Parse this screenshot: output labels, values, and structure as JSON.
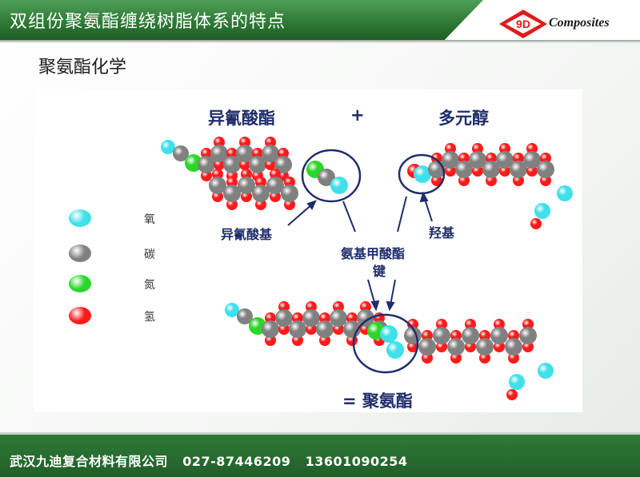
{
  "header": {
    "title": "双组份聚氨酯缠绕树脂体系的特点"
  },
  "logo": {
    "mark": "9D",
    "text": "Composites"
  },
  "section_title": "聚氨酯化学",
  "figure": {
    "isocyanate": "异氰酸酯",
    "plus": "+",
    "polyol": "多元醇",
    "isocyanate_group": "异氰酸基",
    "hydroxyl_group": "羟基",
    "urethane_bond_line1": "氨基甲酸酯",
    "urethane_bond_line2": "键",
    "result": "= 聚氨酯",
    "legend": [
      {
        "label": "氧",
        "color": "#3fe0ea"
      },
      {
        "label": "碳",
        "color": "#808080"
      },
      {
        "label": "氮",
        "color": "#2bd62b"
      },
      {
        "label": "氢",
        "color": "#ff1a1a"
      }
    ]
  },
  "footer": {
    "company": "武汉九迪复合材料有限公司",
    "phone1": "027-87446209",
    "phone2": "13601090254"
  }
}
